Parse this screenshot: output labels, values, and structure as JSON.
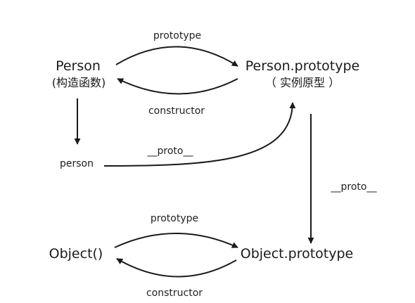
{
  "nodes": {
    "person_ctor": {
      "title": "Person",
      "subtitle": "(构造函数)"
    },
    "person_prototype": {
      "title": "Person.prototype",
      "subtitle": "（ 实例原型 ）"
    },
    "person_instance": {
      "title": "person"
    },
    "object_ctor": {
      "title": "Object()"
    },
    "object_prototype": {
      "title": "Object.prototype"
    }
  },
  "edges": {
    "person_to_prototype": "prototype",
    "prototype_to_person": "constructor",
    "instance_proto": "__proto__",
    "prototype_to_object_prototype": "__proto__",
    "object_to_prototype": "prototype",
    "object_prototype_to_object": "constructor"
  },
  "colors": {
    "stroke": "#1a1a1a",
    "text": "#1a1a1a",
    "background": "#ffffff"
  }
}
